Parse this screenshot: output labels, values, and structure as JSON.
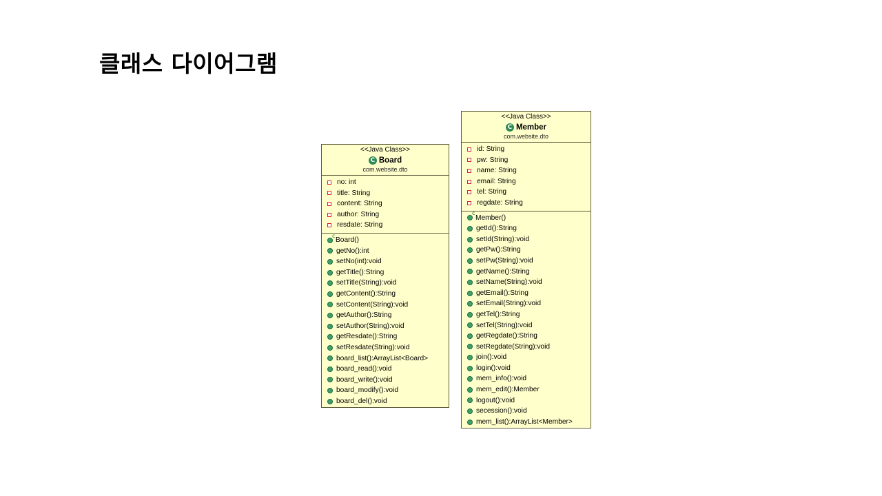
{
  "slide": {
    "title": "클래스 다이어그램"
  },
  "classes": [
    {
      "stereotype": "<<Java Class>>",
      "name": "Board",
      "package": "com.website.dto",
      "fields": [
        "no: int",
        "title: String",
        "content: String",
        "author: String",
        "resdate: String"
      ],
      "constructor": "Board()",
      "methods": [
        "getNo():int",
        "setNo(int):void",
        "getTitle():String",
        "setTitle(String):void",
        "getContent():String",
        "setContent(String):void",
        "getAuthor():String",
        "setAuthor(String):void",
        "getResdate():String",
        "setResdate(String):void",
        "board_list():ArrayList<Board>",
        "board_read():void",
        "board_write():void",
        "board_modify():void",
        "board_del():void"
      ]
    },
    {
      "stereotype": "<<Java Class>>",
      "name": "Member",
      "package": "com.website.dto",
      "fields": [
        "id: String",
        "pw: String",
        "name: String",
        "email: String",
        "tel: String",
        "regdate: String"
      ],
      "constructor": "Member()",
      "methods": [
        "getId():String",
        "setId(String):void",
        "getPw():String",
        "setPw(String):void",
        "getName():String",
        "setName(String):void",
        "getEmail():String",
        "setEmail(String):void",
        "getTel():String",
        "setTel(String):void",
        "getRegdate():String",
        "setRegdate(String):void",
        "join():void",
        "login():void",
        "mem_info():void",
        "mem_edit():Member",
        "logout():void",
        "secession():void",
        "mem_list():ArrayList<Member>"
      ]
    }
  ],
  "icons": {
    "class": "class-icon",
    "field": "private-field-icon",
    "method": "public-method-icon",
    "constructor": "constructor-icon"
  },
  "colors": {
    "class_fill": "#ffffcc",
    "class_border": "#5a5a3c",
    "method_icon": "#3fa26a",
    "field_icon": "#dd2222"
  }
}
